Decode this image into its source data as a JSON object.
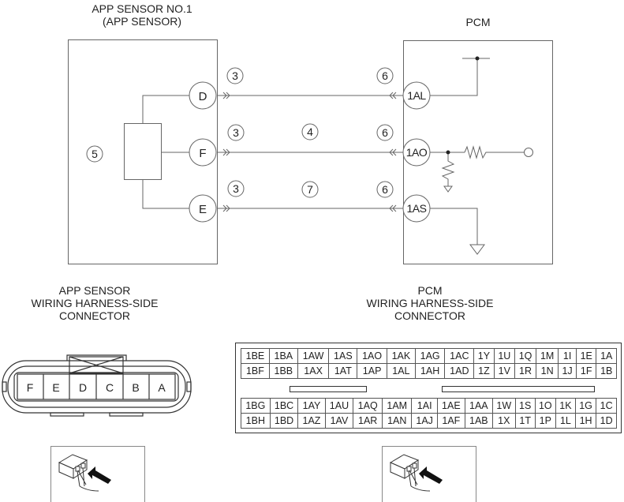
{
  "titles": {
    "app_sensor_line1": "APP SENSOR NO.1",
    "app_sensor_line2": "(APP SENSOR)",
    "pcm": "PCM"
  },
  "app_sensor": {
    "terminals": [
      "D",
      "F",
      "E"
    ],
    "part_callout": "5"
  },
  "pcm": {
    "terminals": [
      "1AL",
      "1AO",
      "1AS"
    ]
  },
  "wires": [
    {
      "from": "D",
      "to": "1AL",
      "callouts": [
        "3",
        "6"
      ]
    },
    {
      "from": "F",
      "to": "1AO",
      "callouts": [
        "3",
        "4",
        "6"
      ]
    },
    {
      "from": "E",
      "to": "1AS",
      "callouts": [
        "3",
        "7",
        "6"
      ]
    }
  ],
  "callouts": {
    "c3": "3",
    "c4": "4",
    "c5": "5",
    "c6": "6",
    "c7": "7"
  },
  "app_connector": {
    "title_line1": "APP SENSOR",
    "title_line2": "WIRING HARNESS-SIDE",
    "title_line3": "CONNECTOR",
    "pins": [
      "F",
      "E",
      "D",
      "C",
      "B",
      "A"
    ]
  },
  "pcm_connector": {
    "title_line1": "PCM",
    "title_line2": "WIRING HARNESS-SIDE",
    "title_line3": "CONNECTOR",
    "top_rows": [
      [
        "1BE",
        "1BA",
        "1AW",
        "1AS",
        "1AO",
        "1AK",
        "1AG",
        "1AC",
        "1Y",
        "1U",
        "1Q",
        "1M",
        "1I",
        "1E",
        "1A"
      ],
      [
        "1BF",
        "1BB",
        "1AX",
        "1AT",
        "1AP",
        "1AL",
        "1AH",
        "1AD",
        "1Z",
        "1V",
        "1R",
        "1N",
        "1J",
        "1F",
        "1B"
      ]
    ],
    "bottom_rows": [
      [
        "1BG",
        "1BC",
        "1AY",
        "1AU",
        "1AQ",
        "1AM",
        "1AI",
        "1AE",
        "1AA",
        "1W",
        "1S",
        "1O",
        "1K",
        "1G",
        "1C"
      ],
      [
        "1BH",
        "1BD",
        "1AZ",
        "1AV",
        "1AR",
        "1AN",
        "1AJ",
        "1AF",
        "1AB",
        "1X",
        "1T",
        "1P",
        "1L",
        "1H",
        "1D"
      ]
    ]
  },
  "icons": [
    "harness-side-view-icon",
    "harness-side-view-icon"
  ]
}
